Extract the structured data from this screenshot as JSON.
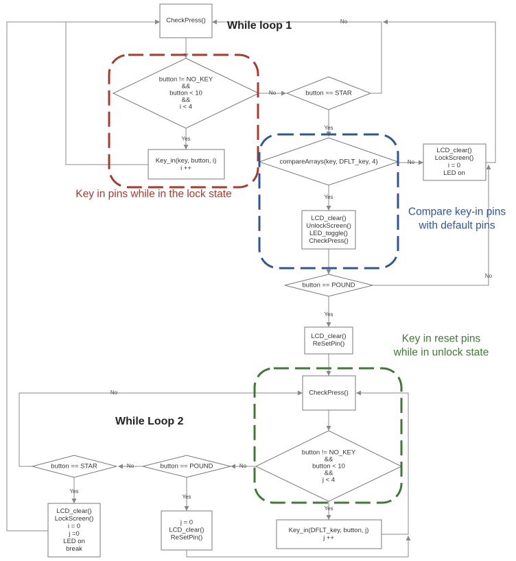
{
  "titles": {
    "loop1": "While loop 1",
    "loop2": "While Loop 2"
  },
  "annotations": {
    "keyin_lock": {
      "lines": [
        "Key in pins while in the lock state"
      ],
      "color": "#a83a2a"
    },
    "compare": {
      "lines": [
        "Compare key-in pins",
        "with default pins"
      ],
      "color": "#2d5693"
    },
    "reset": {
      "lines": [
        "Key in reset pins",
        "while in unlock state"
      ],
      "color": "#3e7a34"
    }
  },
  "nodes": {
    "checkpress1": {
      "lines": [
        "CheckPress()"
      ]
    },
    "cond_keyin1": {
      "lines": [
        "button != NO_KEY",
        "&&",
        "button < 10",
        "&&",
        "i < 4"
      ]
    },
    "keyin1": {
      "lines": [
        "Key_in(key, button, i)",
        "i ++"
      ]
    },
    "star1": {
      "lines": [
        "button == STAR"
      ]
    },
    "compare": {
      "lines": [
        "compareArrays(key, DFLT_key, 4)"
      ]
    },
    "lock_clear": {
      "lines": [
        "LCD_clear()",
        "LockScreen()",
        "i = 0",
        "LED on"
      ]
    },
    "unlock_block": {
      "lines": [
        "LCD_clear()",
        "UnlockScreen()",
        "LED_toggle()",
        "CheckPress()"
      ]
    },
    "pound1": {
      "lines": [
        "button == POUND"
      ]
    },
    "resetpin1": {
      "lines": [
        "LCD_clear()",
        "ReSetPin()"
      ]
    },
    "checkpress2": {
      "lines": [
        "CheckPress()"
      ]
    },
    "cond_keyin2": {
      "lines": [
        "button != NO_KEY",
        "&&",
        "button < 10",
        "&&",
        "j < 4"
      ]
    },
    "pound2": {
      "lines": [
        "button == POUND"
      ]
    },
    "star2": {
      "lines": [
        "button == STAR"
      ]
    },
    "lock_break": {
      "lines": [
        "LCD_clear()",
        "LockScreen()",
        "i = 0",
        "j =0",
        "LED on",
        "break"
      ]
    },
    "reset_block": {
      "lines": [
        "j = 0",
        "LCD_clear()",
        "ReSetPin()"
      ]
    },
    "keyin2": {
      "lines": [
        "Key_in(DFLT_key, button, j)",
        "j ++"
      ]
    }
  },
  "edge_labels": {
    "yes": "Yes",
    "no": "No"
  },
  "colors": {
    "red_region": "#a83a2a",
    "blue_region": "#2d5693",
    "green_region": "#3e7a34",
    "shape_stroke": "#777777",
    "edge_stroke": "#888888"
  }
}
